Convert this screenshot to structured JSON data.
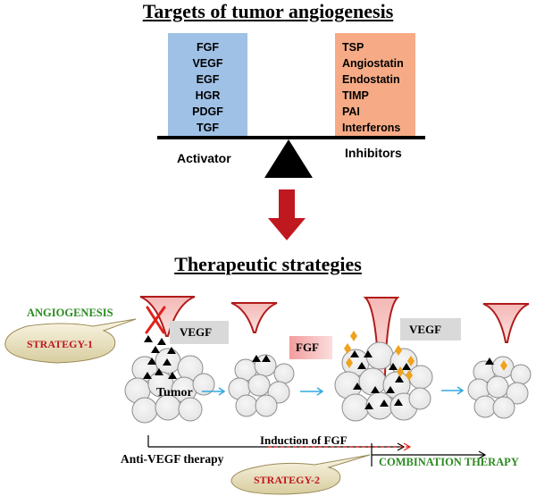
{
  "top": {
    "title": "Targets of tumor angiogenesis",
    "activators": [
      "FGF",
      "VEGF",
      "EGF",
      "HGR",
      "PDGF",
      "TGF"
    ],
    "inhibitors": [
      "TSP",
      "Angiostatin",
      "Endostatin",
      "TIMP",
      "PAI",
      "Interferons"
    ],
    "activator_label": "Activator",
    "inhibitor_label": "Inhibitors",
    "activator_color": "#9fc1e6",
    "inhibitor_color": "#f6ab86",
    "arrow_color": "#c0181f"
  },
  "bottom": {
    "title": "Therapeutic strategies",
    "angiogenesis_label": "ANGIOGENESIS",
    "strategy1": "STRATEGY-1",
    "strategy2": "STRATEGY-2",
    "vegf_label_1": "VEGF",
    "vegf_label_2": "VEGF",
    "fgf_label": "FGF",
    "tumor_label": "Tumor",
    "induction_label": "Induction of FGF",
    "anti_vegf_label": "Anti-VEGF therapy",
    "combination_label": "COMBINATION THERAPY",
    "green_color": "#2a8a1f",
    "red_text_color": "#c0181f"
  }
}
